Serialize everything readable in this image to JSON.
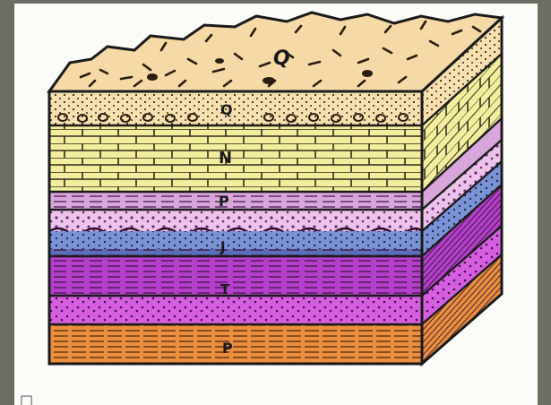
{
  "diagram": {
    "layers": [
      {
        "id": "Q",
        "label": "Q",
        "pattern": "gravel-soil",
        "color": "#f5d9a6"
      },
      {
        "id": "Q-sand",
        "label": "Q",
        "pattern": "sand-with-pebbles",
        "color": "#f6e0b0"
      },
      {
        "id": "N",
        "label": "N",
        "pattern": "limestone-bricks",
        "color": "#f3ee9e"
      },
      {
        "id": "P",
        "label": "P",
        "pattern": "shale-and-conglomerate",
        "color": "#e6b8e3"
      },
      {
        "id": "J",
        "label": "J",
        "pattern": "blue-sandstone",
        "color": "#6d86cc"
      },
      {
        "id": "T",
        "label": "T",
        "pattern": "magenta-shale",
        "color": "#b23fc9"
      },
      {
        "id": "Pm",
        "label": "P",
        "pattern": "orange-shale",
        "color": "#e9893a"
      }
    ],
    "caption_marker": "□"
  }
}
